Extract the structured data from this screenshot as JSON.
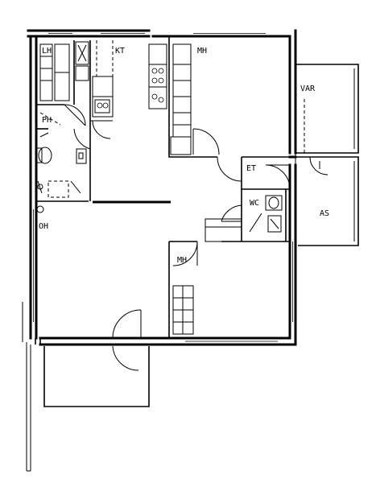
{
  "rooms": {
    "lh": "LH",
    "kt": "KT",
    "mh_top": "MH",
    "var": "VAR",
    "ph": "PH",
    "et": "ET",
    "wc": "WC",
    "as": "AS",
    "oh": "OH",
    "mh_bottom": "MH"
  }
}
